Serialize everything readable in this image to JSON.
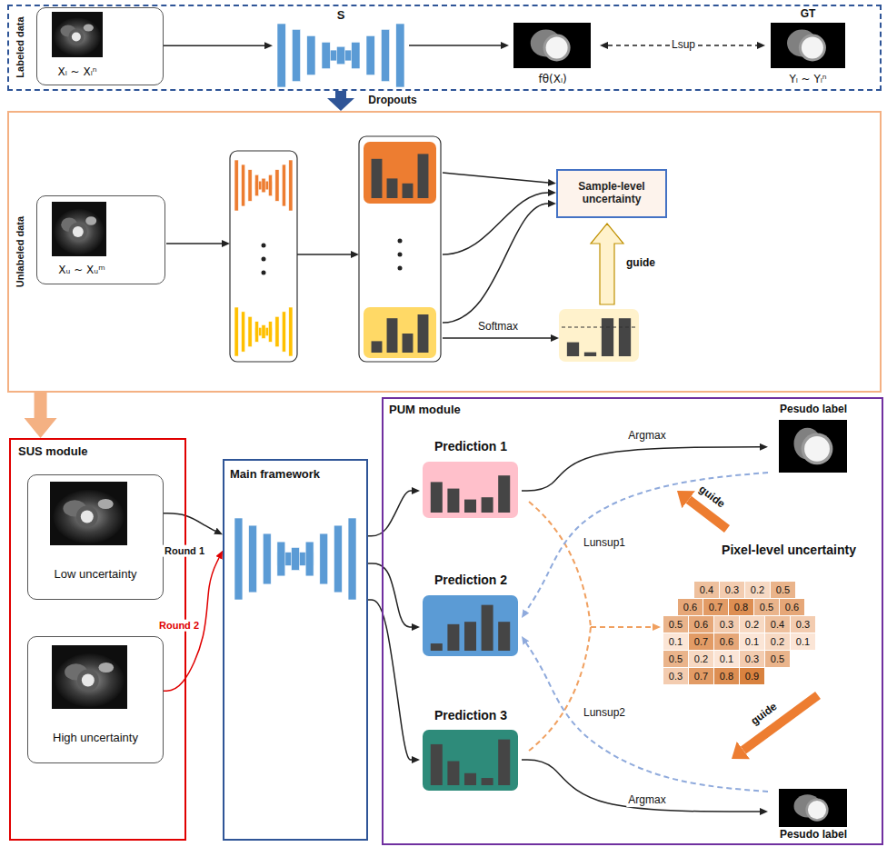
{
  "diagram": {
    "nodes": [
      {
        "text": [
          "Labeled data"
        ]
      },
      {
        "text": [
          "Xₗ ~ Xₗⁿ"
        ],
        "in": 0
      },
      {
        "text": [
          "S"
        ],
        "in": 0
      },
      {
        "text": [
          "fθ(Xₗ)"
        ],
        "in": 0
      },
      {
        "text": [
          "GT",
          "Yₗ ~ Yₗⁿ"
        ],
        "in": 0
      },
      {
        "text": [
          "Unlabeled data"
        ]
      },
      {
        "text": [
          "Xᵤ ~ Xᵤᵐ"
        ],
        "in": 5
      },
      {
        "text": [
          "Sample-level uncertainty"
        ],
        "in": 5
      },
      {
        "text": [
          "SUS module"
        ]
      },
      {
        "text": [
          "Low uncertainty"
        ],
        "in": 8
      },
      {
        "text": [
          "High uncertainty"
        ],
        "in": 8
      },
      {
        "text": [
          "Main framework"
        ]
      },
      {
        "text": [
          "PUM module"
        ]
      },
      {
        "text": [
          "Prediction 1"
        ],
        "in": 12
      },
      {
        "text": [
          "Prediction 2"
        ],
        "in": 12
      },
      {
        "text": [
          "Prediction 3"
        ],
        "in": 12
      },
      {
        "text": [
          "Pesudo label"
        ],
        "in": 12
      },
      {
        "text": [
          "Pesudo label"
        ],
        "in": 12
      }
    ],
    "edges": [
      {
        "from": 0,
        "to": 5,
        "arrow": "to",
        "label": "Dropouts"
      },
      {
        "from": 1,
        "to": 2,
        "arrow": "to"
      },
      {
        "from": 2,
        "to": 3,
        "arrow": "to"
      },
      {
        "from": 3,
        "to": 4,
        "arrow": "both",
        "label": "Lsup"
      },
      {
        "from": 5,
        "to": 8,
        "arrow": "to"
      },
      {
        "from": 9,
        "to": 11,
        "arrow": "to",
        "label": "Round 1"
      },
      {
        "from": 10,
        "to": 11,
        "arrow": "to",
        "label": "Round 2"
      },
      {
        "from": 11,
        "to": 13,
        "arrow": "to"
      },
      {
        "from": 11,
        "to": 14,
        "arrow": "to"
      },
      {
        "from": 11,
        "to": 15,
        "arrow": "to"
      },
      {
        "from": 13,
        "to": 16,
        "arrow": "to",
        "label": "Argmax"
      },
      {
        "from": 15,
        "to": 17,
        "arrow": "to",
        "label": "Argmax"
      },
      {
        "from": 16,
        "to": 14,
        "arrow": "to",
        "label": "Lunsup1"
      },
      {
        "from": 17,
        "to": 14,
        "arrow": "to",
        "label": "Lunsup2"
      }
    ],
    "labels": [
      "guide",
      "Softmax",
      "guide",
      "Pixel-level uncertainty",
      "0.4",
      "0.3",
      "0.2",
      "0.5",
      "0.6",
      "0.7",
      "0.8",
      "0.5",
      "0.6",
      "0.5",
      "0.6",
      "0.3",
      "0.2",
      "0.4",
      "0.3",
      "0.1",
      "0.7",
      "0.6",
      "0.1",
      "0.2",
      "0.1",
      "0.5",
      "0.2",
      "0.1",
      "0.3",
      "0.5",
      "0.3",
      "0.7",
      "0.8",
      "0.9",
      "guide"
    ]
  }
}
